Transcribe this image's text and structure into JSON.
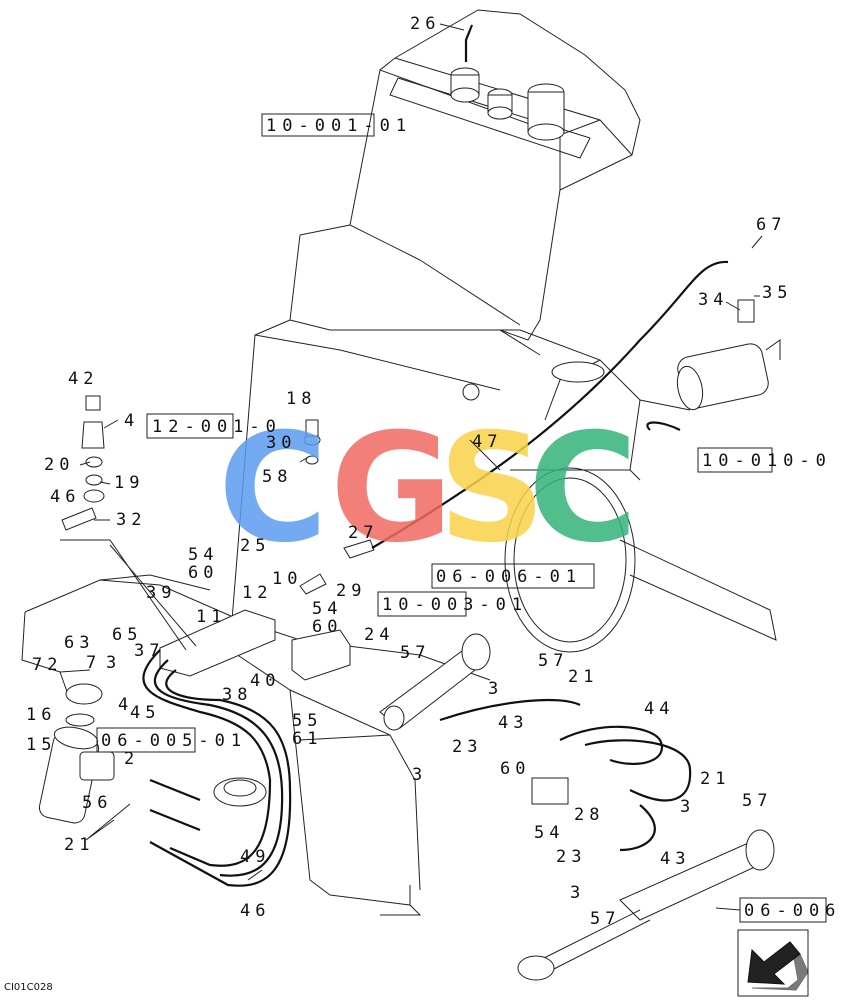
{
  "diagram": {
    "part_labels": [
      {
        "text": "26"
      },
      {
        "text": "67"
      },
      {
        "text": "35"
      },
      {
        "text": "34"
      },
      {
        "text": "42"
      },
      {
        "text": "4"
      },
      {
        "text": "20"
      },
      {
        "text": "19"
      },
      {
        "text": "46"
      },
      {
        "text": "32"
      },
      {
        "text": "18"
      },
      {
        "text": "30"
      },
      {
        "text": "58"
      },
      {
        "text": "47"
      },
      {
        "text": "25"
      },
      {
        "text": "27"
      },
      {
        "text": "54"
      },
      {
        "text": "60"
      },
      {
        "text": "10"
      },
      {
        "text": "29"
      },
      {
        "text": "39"
      },
      {
        "text": "12"
      },
      {
        "text": "11"
      },
      {
        "text": "54"
      },
      {
        "text": "60"
      },
      {
        "text": "24"
      },
      {
        "text": "63"
      },
      {
        "text": "65"
      },
      {
        "text": "72"
      },
      {
        "text": "7"
      },
      {
        "text": "37"
      },
      {
        "text": "3"
      },
      {
        "text": "38"
      },
      {
        "text": "40"
      },
      {
        "text": "4"
      },
      {
        "text": "45"
      },
      {
        "text": "55"
      },
      {
        "text": "61"
      },
      {
        "text": "57"
      },
      {
        "text": "57"
      },
      {
        "text": "21"
      },
      {
        "text": "3"
      },
      {
        "text": "43"
      },
      {
        "text": "44"
      },
      {
        "text": "16"
      },
      {
        "text": "15"
      },
      {
        "text": "2"
      },
      {
        "text": "56"
      },
      {
        "text": "21"
      },
      {
        "text": "23"
      },
      {
        "text": "3"
      },
      {
        "text": "60"
      },
      {
        "text": "28"
      },
      {
        "text": "54"
      },
      {
        "text": "21"
      },
      {
        "text": "3"
      },
      {
        "text": "57"
      },
      {
        "text": "49"
      },
      {
        "text": "43"
      },
      {
        "text": "23"
      },
      {
        "text": "3"
      },
      {
        "text": "46"
      },
      {
        "text": "57"
      }
    ],
    "reference_boxes": [
      {
        "text": "10-001-01"
      },
      {
        "text": "12-001-0"
      },
      {
        "text": "10-010-0"
      },
      {
        "text": "06-006-01"
      },
      {
        "text": "10-003-01"
      },
      {
        "text": "06-005-01"
      },
      {
        "text": "06-006"
      }
    ],
    "drawing_code": "CI01C028",
    "watermark": {
      "letters": [
        "C",
        "G",
        "S",
        "C"
      ],
      "colors": [
        "#5b9cf0",
        "#f06a62",
        "#f8d34a",
        "#35b27a"
      ]
    },
    "colors": {
      "ink": "#111111",
      "background": "#ffffff"
    },
    "icons": [
      "direction-arrow-icon"
    ]
  }
}
